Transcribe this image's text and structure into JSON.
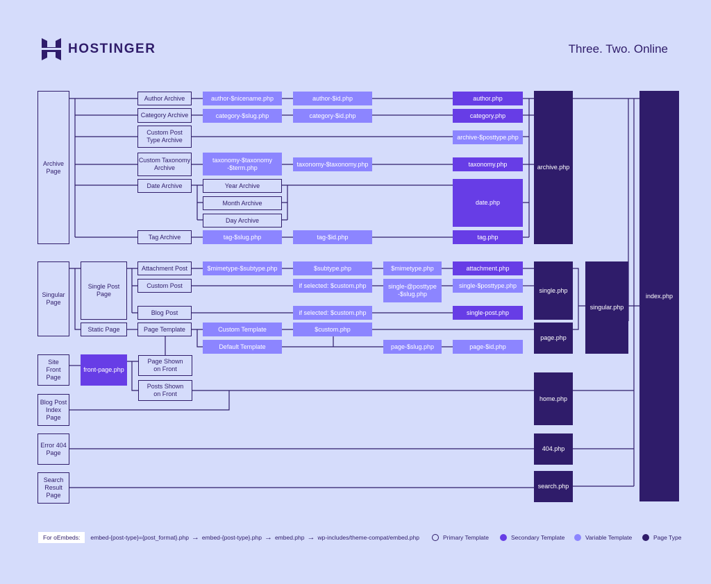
{
  "brand": {
    "name": "HOSTINGER",
    "tagline": "Three. Two. Online"
  },
  "nodes": {
    "archive_page": "Archive\nPage",
    "author_archive": "Author Archive",
    "category_archive": "Category Archive",
    "custom_post_type_archive": "Custom Post\nType Archive",
    "custom_taxonomy_archive": "Custom Taxonomy\nArchive",
    "date_archive": "Date Archive",
    "year_archive": "Year Archive",
    "month_archive": "Month Archive",
    "day_archive": "Day Archive",
    "tag_archive": "Tag Archive",
    "author_nicename": "author-$nicename.php",
    "author_id": "author-$id.php",
    "category_slug": "category-$slug.php",
    "category_id": "category-$id.php",
    "taxonomy_term": "taxonomy-$taxonomy\n-$term.php",
    "taxonomy_taxonomy": "taxonomy-$taxonomy.php",
    "tag_slug": "tag-$slug.php",
    "tag_id": "tag-$id.php",
    "author_php": "author.php",
    "category_php": "category.php",
    "archive_posttype_php": "archive-$posttype.php",
    "taxonomy_php": "taxonomy.php",
    "date_php": "date.php",
    "tag_php": "tag.php",
    "archive_php": "archive.php",
    "singular_page": "Singular\nPage",
    "single_post_page": "Single Post\nPage",
    "attachment_post": "Attachment Post",
    "custom_post": "Custom Post",
    "blog_post": "Blog Post",
    "static_page": "Static Page",
    "page_template": "Page Template",
    "mimetype_subtype": "$mimetype-$subtype.php",
    "subtype_php": "$subtype.php",
    "mimetype_php": "$mimetype.php",
    "attachment_php": "attachment.php",
    "if_selected_custom_1": "if selected: $custom.php",
    "single_posttype_slug": "single-@posttype\n-$slug.php",
    "single_posttype": "single-$posttype.php",
    "if_selected_custom_2": "if selected: $custom.php",
    "single_post_php": "single-post.php",
    "single_php": "single.php",
    "custom_template": "Custom Template",
    "custom_php": "$custom.php",
    "default_template": "Default Template",
    "page_slug": "page-$slug.php",
    "page_id": "page-$id.php",
    "page_php": "page.php",
    "singular_php": "singular.php",
    "site_front_page": "Site\nFront\nPage",
    "front_page_php": "front-page.php",
    "page_shown_on_front": "Page Shown\non Front",
    "posts_shown_on_front": "Posts Shown\non Front",
    "blog_post_index_page": "Blog Post\nIndex\nPage",
    "home_php": "home.php",
    "error_404_page": "Error 404\nPage",
    "php_404": "404.php",
    "search_result_page": "Search\nResult\nPage",
    "search_php": "search.php",
    "index_php": "index.php"
  },
  "footer": {
    "oembed_label": "For oEmbeds:",
    "chain": [
      "embed-{post-type}={post_format}.php",
      "embed-{post-type}.php",
      "embed.php",
      "wp-includes/theme-compat/embed.php"
    ],
    "arrow": "→"
  },
  "legend": [
    {
      "label": "Primary Template",
      "kind": "outline"
    },
    {
      "label": "Secondary Template",
      "kind": "secondary"
    },
    {
      "label": "Variable Template",
      "kind": "variable"
    },
    {
      "label": "Page Type",
      "kind": "page"
    }
  ],
  "colors": {
    "background": "#d5dcfb",
    "page_type": "#2f1c6a",
    "secondary": "#673de6",
    "variable": "#8c85ff",
    "line": "#2f1c6a"
  }
}
